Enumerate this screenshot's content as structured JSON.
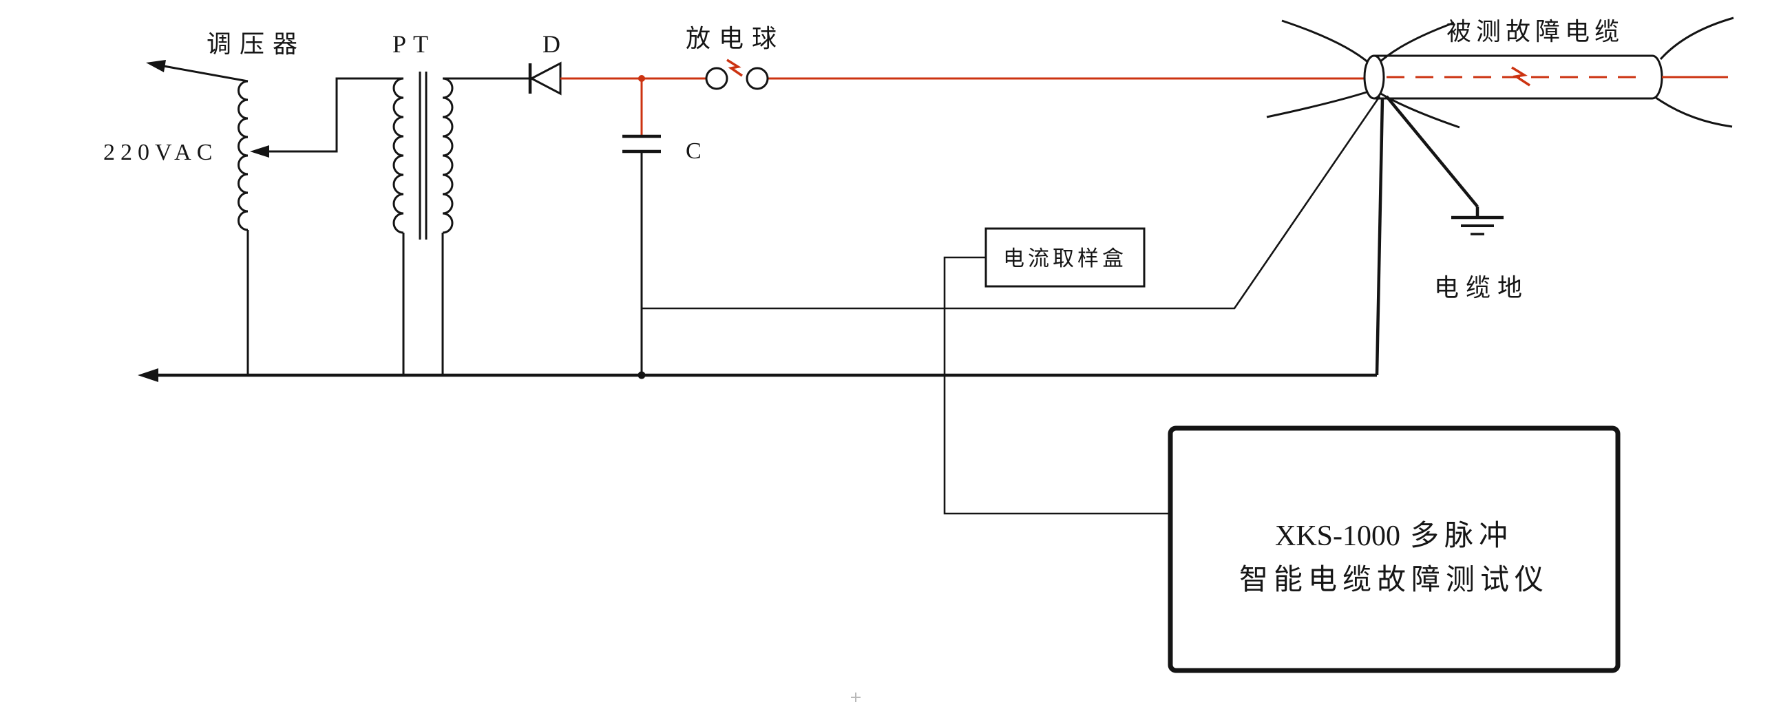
{
  "labels": {
    "regulator": "调压器",
    "transformer": "PT",
    "diode": "D",
    "discharge_balls": "放电球",
    "cable_under_test": "被测故障电缆",
    "input_voltage": "220VAC",
    "capacitor": "C",
    "current_sampling_box": "电流取样盒",
    "cable_ground": "电缆地",
    "tester_model": "XKS-1000",
    "tester_line1_suffix": "多脉冲",
    "tester_line2": "智能电缆故障测试仪"
  },
  "colors": {
    "wire": "#141414",
    "hv_wire": "#cc3311",
    "background": "#ffffff"
  }
}
